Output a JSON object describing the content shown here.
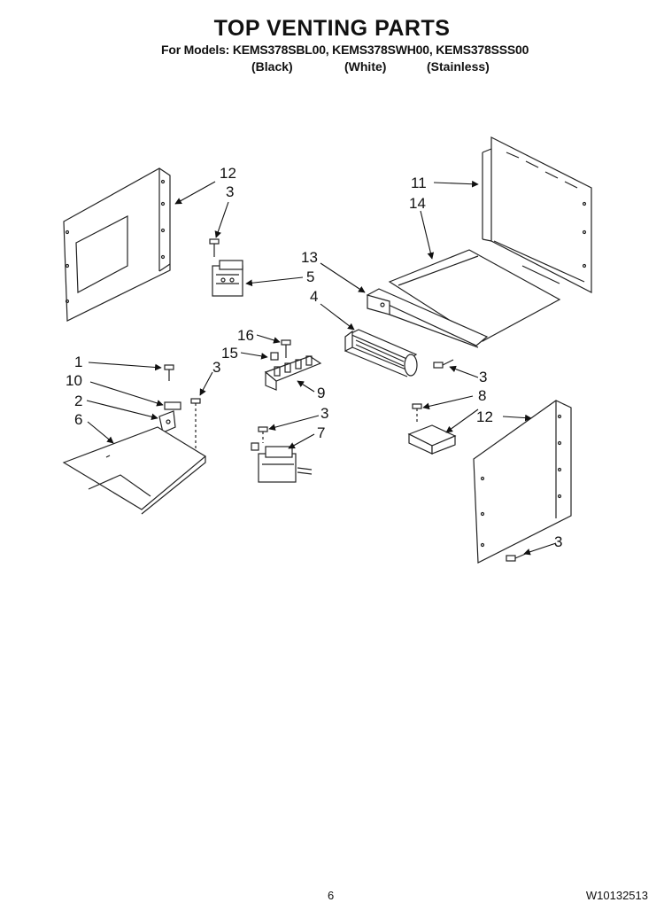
{
  "header": {
    "title": "TOP VENTING PARTS",
    "models_line": "For Models: KEMS378SBL00, KEMS378SWH00, KEMS378SSS00",
    "variants": [
      "(Black)",
      "(White)",
      "(Stainless)"
    ]
  },
  "callouts": [
    "12",
    "3",
    "5",
    "13",
    "4",
    "16",
    "15",
    "1",
    "10",
    "2",
    "6",
    "3",
    "9",
    "3",
    "7",
    "11",
    "14",
    "3",
    "8",
    "12",
    "3"
  ],
  "footer": {
    "page_number": "6",
    "document_code": "W10132513"
  }
}
